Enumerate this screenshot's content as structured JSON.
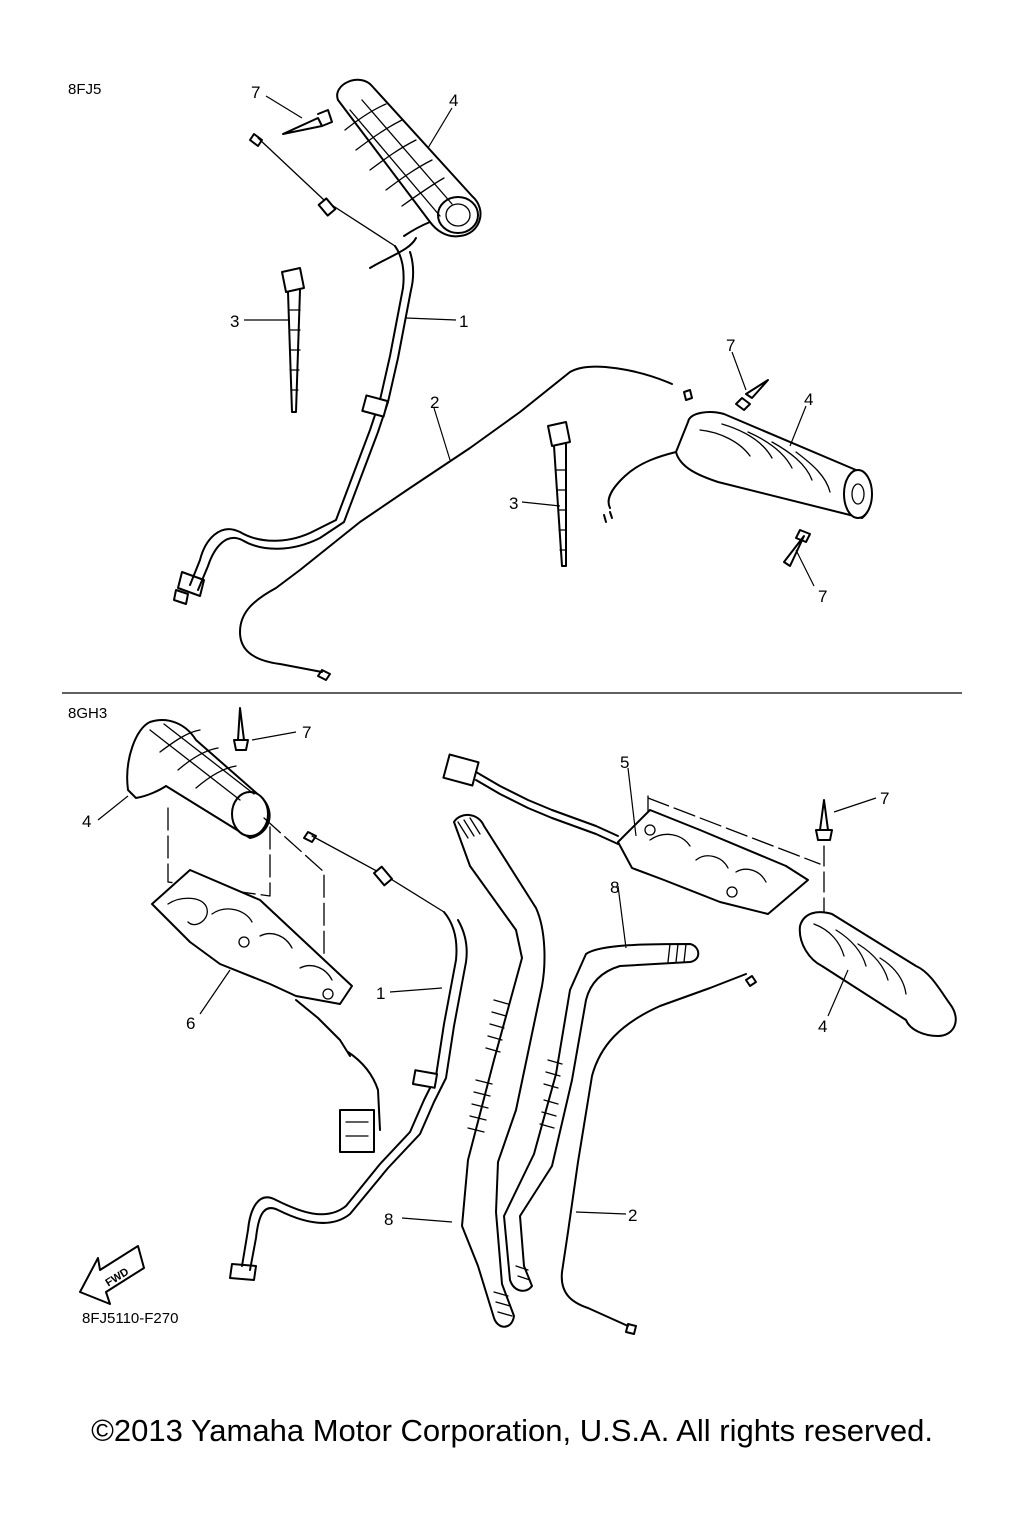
{
  "sections": [
    {
      "code": "8FJ5"
    },
    {
      "code": "8GH3"
    }
  ],
  "callouts": {
    "s1_7a": "7",
    "s1_4a": "4",
    "s1_3a": "3",
    "s1_1": "1",
    "s1_2": "2",
    "s1_7b": "7",
    "s1_4b": "4",
    "s1_3b": "3",
    "s1_7c": "7",
    "s2_7a": "7",
    "s2_4a": "4",
    "s2_6": "6",
    "s2_1": "1",
    "s2_8a": "8",
    "s2_5": "5",
    "s2_8b": "8",
    "s2_7b": "7",
    "s2_4b": "4",
    "s2_2": "2"
  },
  "fwd_label": "FWD",
  "figure_code": "8FJ5110-F270",
  "copyright": "©2013 Yamaha Motor Corporation, U.S.A. All rights reserved."
}
